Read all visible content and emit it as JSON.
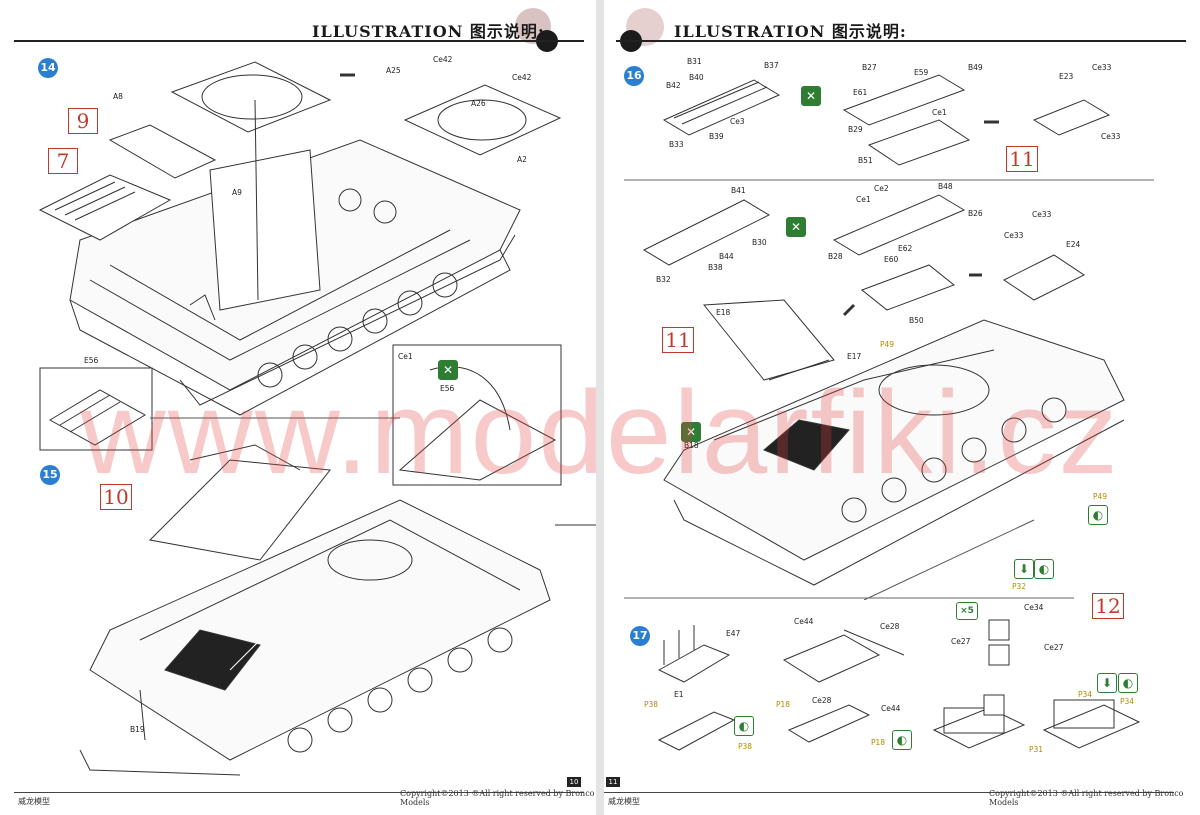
{
  "header": {
    "title": "ILLUSTRATION 图示说明:"
  },
  "footer": {
    "brand": "威龙模型",
    "copyright": "Copyright©2013  ®All right reserved by Bronco Models",
    "page_left": "10",
    "page_right": "11"
  },
  "watermark": "www.modelarfiki.cz",
  "steps": {
    "s14": "14",
    "s15": "15",
    "s16": "16",
    "s17": "17"
  },
  "subassemblies": {
    "sa9": "9",
    "sa7": "7",
    "sa10": "10",
    "sa11a": "11",
    "sa11b": "11",
    "sa12": "12"
  },
  "icons": {
    "x5": "×5"
  },
  "labels": {
    "A8": "A8",
    "A25": "A25",
    "Ce42a": "Ce42",
    "Ce42b": "Ce42",
    "A26": "A26",
    "A2": "A2",
    "A9": "A9",
    "E56": "E56",
    "Ce1_15": "Ce1",
    "E56b": "E56",
    "B19": "B19",
    "B31": "B31",
    "B37": "B37",
    "B40": "B40",
    "B42": "B42",
    "Ce3": "Ce3",
    "B39": "B39",
    "B33": "B33",
    "B27": "B27",
    "E59": "E59",
    "B49": "B49",
    "E61": "E61",
    "Ce1_16": "Ce1",
    "B29": "B29",
    "B51": "B51",
    "E23": "E23",
    "Ce33a": "Ce33",
    "Ce33b": "Ce33",
    "B41": "B41",
    "B30": "B30",
    "B44": "B44",
    "B38": "B38",
    "B32": "B32",
    "Ce2": "Ce2",
    "B48": "B48",
    "Ce1b": "Ce1",
    "B26": "B26",
    "B28": "B28",
    "E60": "E60",
    "E62": "E62",
    "B50": "B50",
    "Ce33c": "Ce33",
    "Ce33d": "Ce33",
    "E24": "E24",
    "E18": "E18",
    "E17": "E17",
    "P49a": "P49",
    "P49b": "P49",
    "B18": "B18",
    "E47": "E47",
    "E1": "E1",
    "Ce44a": "Ce44",
    "Ce28a": "Ce28",
    "Ce28b": "Ce28",
    "Ce44b": "Ce44",
    "P38a": "P38",
    "P38b": "P38",
    "P18a": "P18",
    "P18b": "P18",
    "P32": "P32",
    "Ce34": "Ce34",
    "Ce27a": "Ce27",
    "Ce27b": "Ce27",
    "P34a": "P34",
    "P34b": "P34",
    "P31": "P31"
  },
  "colors": {
    "step_blue": "#2a7fd0",
    "subassembly_red": "#c0392b",
    "icon_green": "#2e7d32",
    "part_yellow": "#b08a00"
  }
}
